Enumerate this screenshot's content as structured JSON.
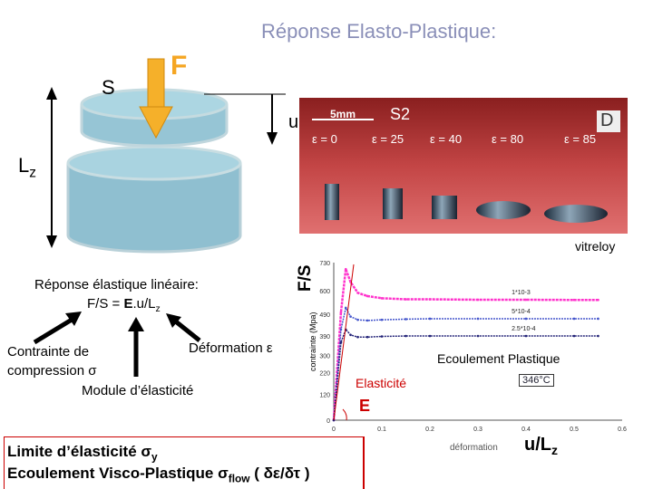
{
  "title": "Réponse Elasto-Plastique:",
  "cylinder": {
    "s_label": "S",
    "f_label": "F",
    "u_label": "u",
    "lz_label": "Lz"
  },
  "photo": {
    "scale_label": "5mm",
    "sample_label": "S2",
    "corner_label": "D",
    "strains": [
      "ε = 0",
      "ε = 25",
      "ε = 40",
      "ε = 80",
      "ε = 85"
    ],
    "caption": "vitreloy"
  },
  "elastic": {
    "line1": "Réponse élastique linéaire:",
    "formula": "F/S = E.u/Lz",
    "contrainte": "Contrainte de",
    "compression": "compression σ",
    "module": "Module d’élasticité",
    "deformation": "Déformation ε"
  },
  "graph": {
    "fs_label": "F/S",
    "plastic_label": "Ecoulement Plastique",
    "elastic_label": "Elasticité",
    "e_label": "E",
    "x_axis_caption": "déformation",
    "ulz_label": "u/Lz",
    "temp_label": "346°C",
    "ylabel": "contrainte (Mpa)"
  },
  "bottom": {
    "line1": "Limite d’élasticité σy",
    "line2": "Ecoulement Visco-Plastique σflow ( δε/δτ )"
  },
  "chart_data": {
    "type": "line",
    "ylabel": "contrainte (Mpa)",
    "xlabel": "déformation",
    "xlim": [
      0,
      0.6
    ],
    "ylim": [
      0,
      730
    ],
    "x_ticks": [
      0,
      0.1,
      0.2,
      0.3,
      0.4,
      0.5,
      0.6
    ],
    "y_ticks": [
      0,
      120,
      220,
      300,
      390,
      490,
      600,
      730
    ],
    "series": [
      {
        "name": "1*10-3",
        "color": "#ff33cc",
        "x": [
          0,
          0.015,
          0.025,
          0.035,
          0.05,
          0.07,
          0.1,
          0.15,
          0.2,
          0.3,
          0.4,
          0.5,
          0.55
        ],
        "y": [
          0,
          500,
          700,
          640,
          590,
          575,
          565,
          560,
          560,
          558,
          558,
          557,
          557
        ]
      },
      {
        "name": "5*10-4",
        "color": "#4455cc",
        "x": [
          0,
          0.015,
          0.025,
          0.035,
          0.05,
          0.07,
          0.1,
          0.15,
          0.2,
          0.3,
          0.4,
          0.5,
          0.55
        ],
        "y": [
          0,
          420,
          520,
          480,
          465,
          462,
          465,
          468,
          470,
          470,
          470,
          470,
          470
        ]
      },
      {
        "name": "2.5*10-4",
        "color": "#222277",
        "x": [
          0,
          0.015,
          0.025,
          0.035,
          0.05,
          0.07,
          0.1,
          0.15,
          0.2,
          0.3,
          0.4,
          0.5,
          0.55
        ],
        "y": [
          0,
          360,
          420,
          395,
          385,
          385,
          388,
          390,
          390,
          390,
          390,
          390,
          390
        ]
      }
    ]
  }
}
